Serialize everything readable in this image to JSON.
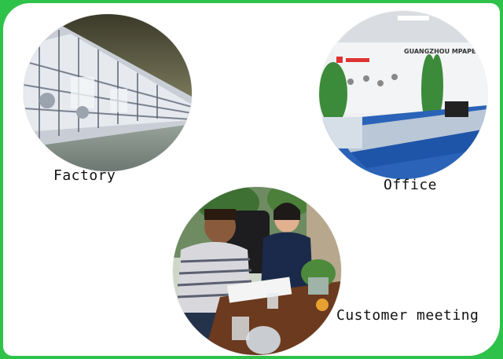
{
  "colors": {
    "frame": "#2fc24a",
    "card": "#ffffff",
    "text": "#111111"
  },
  "photos": {
    "factory": {
      "caption": "Factory"
    },
    "office": {
      "caption": "Office",
      "sign_text": "GUANGZHOU MPAPER CO.,LTD"
    },
    "meeting": {
      "caption": "Customer meeting"
    }
  }
}
